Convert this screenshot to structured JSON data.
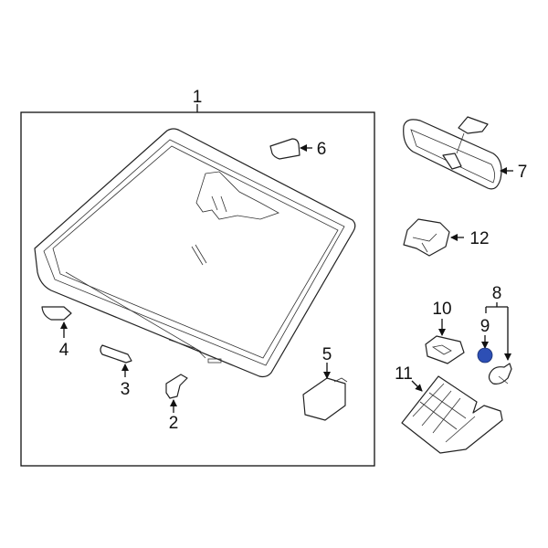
{
  "callouts": {
    "c1": "1",
    "c2": "2",
    "c3": "3",
    "c4": "4",
    "c5": "5",
    "c6": "6",
    "c7": "7",
    "c8": "8",
    "c9": "9",
    "c10": "10",
    "c11": "11",
    "c12": "12"
  },
  "colors": {
    "highlight_part": "#2d4fb5",
    "line": "#222222"
  }
}
